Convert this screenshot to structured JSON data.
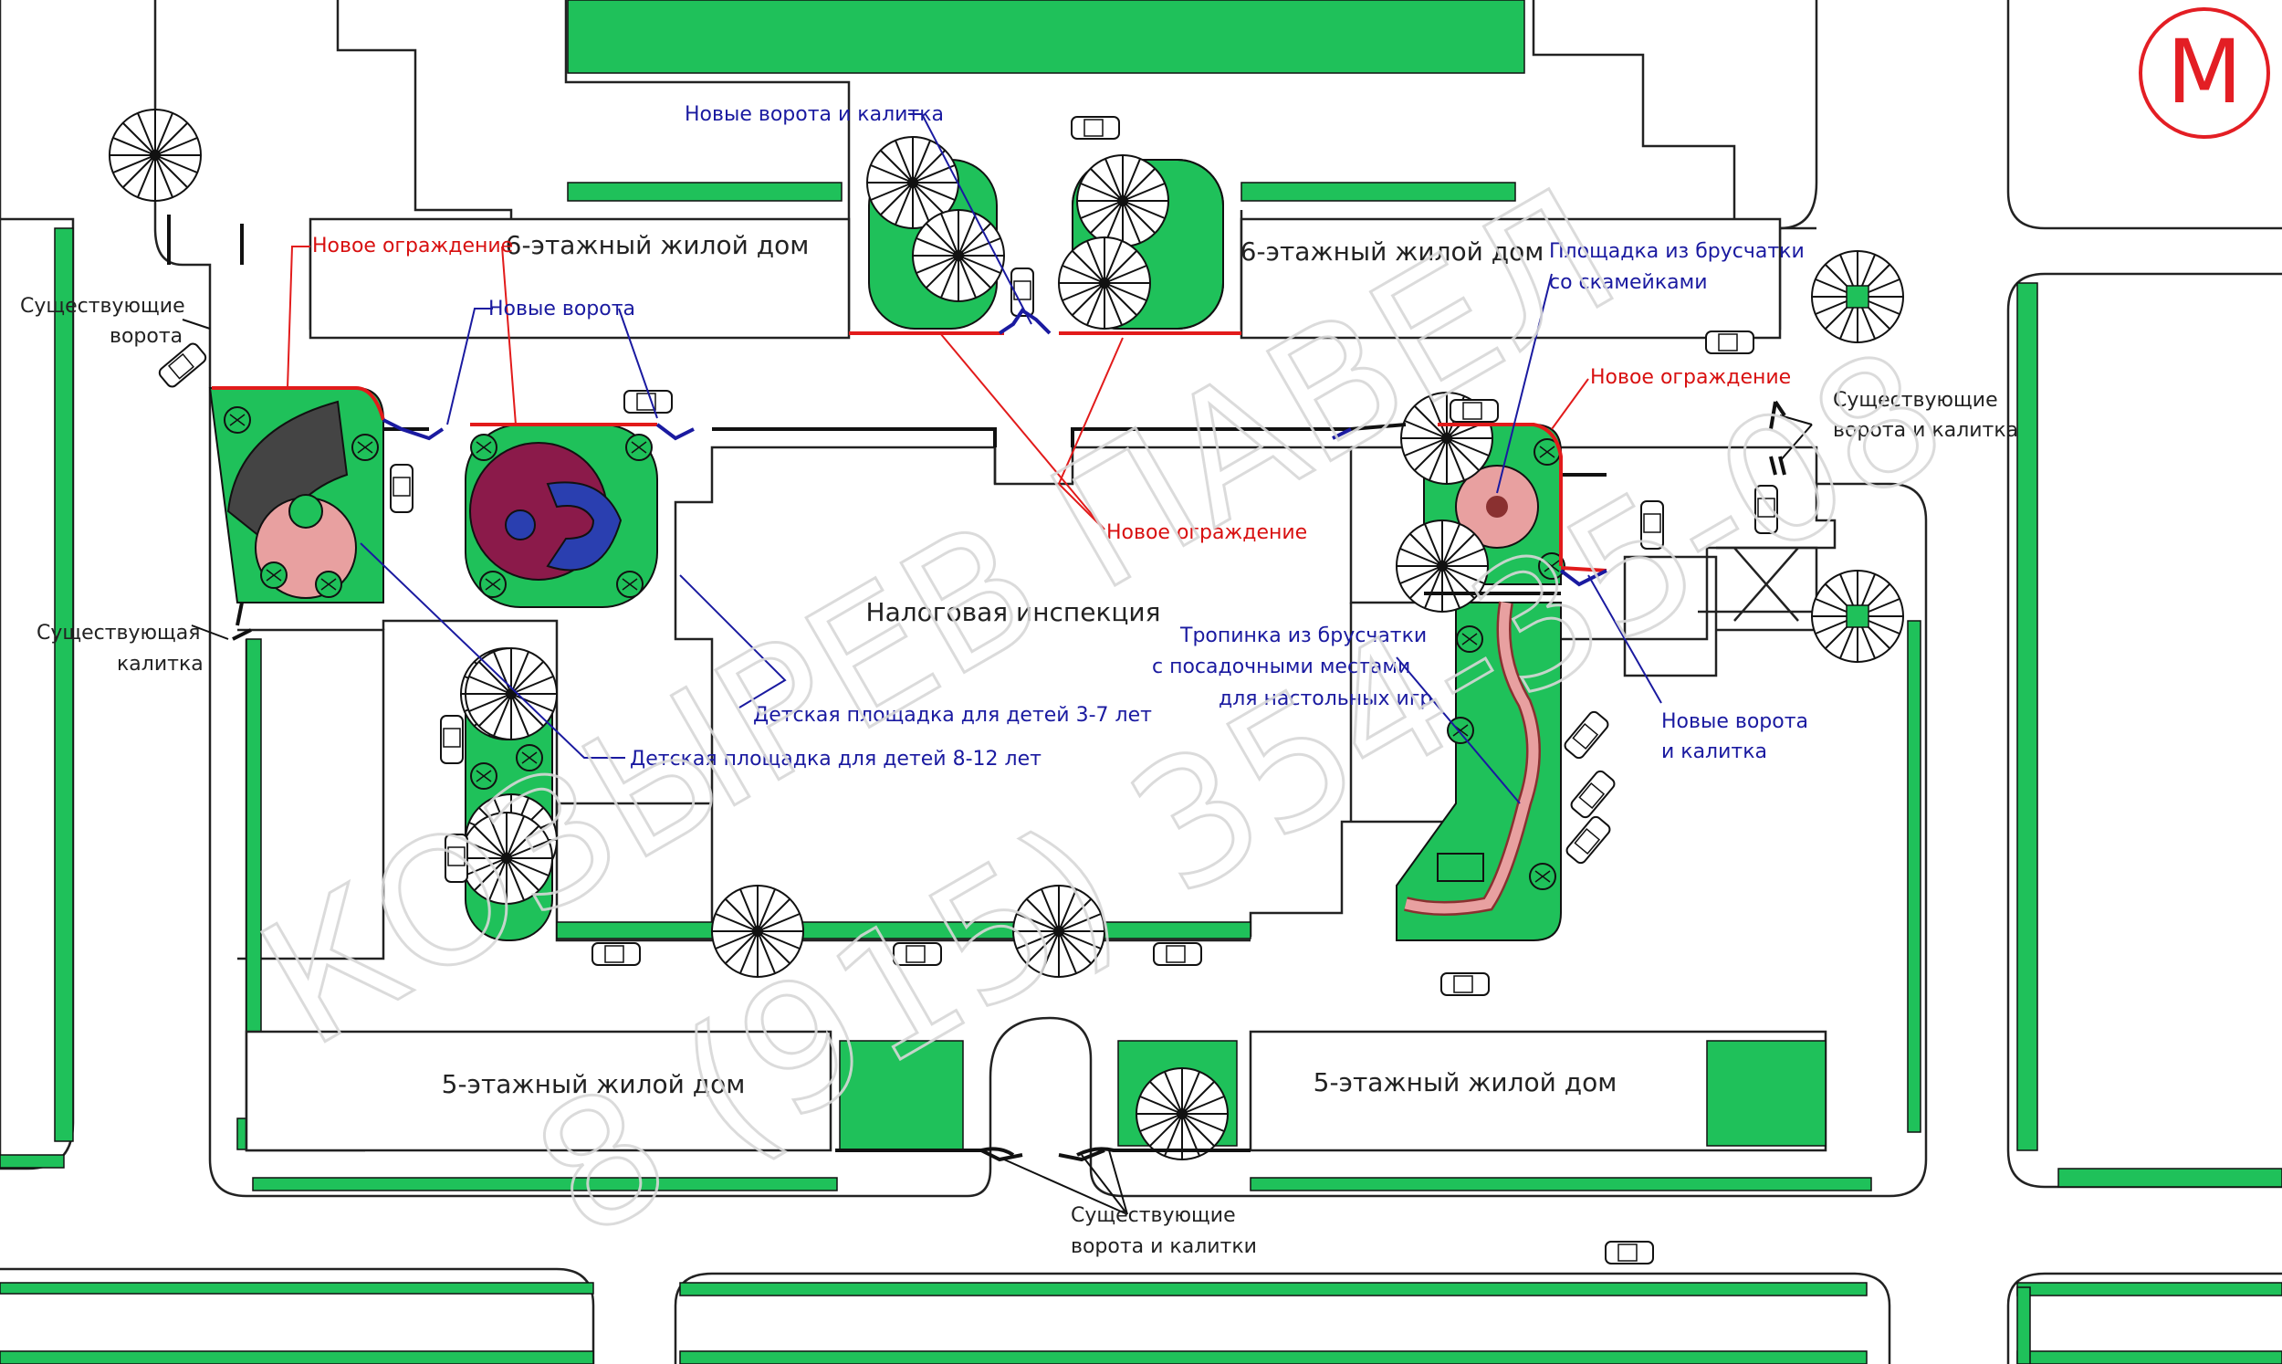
{
  "metro": {
    "letter": "М",
    "color": "#e31e24"
  },
  "colors": {
    "green": "#1fc15a",
    "fence_new": "#e21b1b",
    "fence_existing": "#111111",
    "gate_new": "#1a1aa0"
  },
  "buildings": {
    "house6_left": "6-этажный жилой дом",
    "house6_right": "6-этажный жилой дом",
    "tax": "Налоговая инспекция",
    "house5_left": "5-этажный жилой дом",
    "house5_right": "5-этажный жилой дом"
  },
  "labels": {
    "new_gates_wicket_top": "Новые ворота и калитка",
    "new_fence_left": "Новое ограждение",
    "new_gates": "Новые ворота",
    "existing_gates_left_1": "Существующие",
    "existing_gates_left_2": "ворота",
    "existing_wicket_1": "Существующая",
    "existing_wicket_2": "калитка",
    "new_fence_center": "Новое ограждение",
    "paving_benches_1": "Площадка из брусчатки",
    "paving_benches_2": "со скамейками",
    "new_fence_right": "Новое ограждение",
    "existing_gates_wicket_right_1": "Существующие",
    "existing_gates_wicket_right_2": "ворота и калитка",
    "path_1": "Тропинка из брусчатки",
    "path_2": "с посадочными местами",
    "path_3": "для настольных игр",
    "playground_3_7": "Детская площадка для детей 3-7 лет",
    "playground_8_12": "Детская площадка для детей 8-12 лет",
    "new_gates_wicket_right_1": "Новые ворота",
    "new_gates_wicket_right_2": "и калитка",
    "existing_gates_wickets_bottom_1": "Существующие",
    "existing_gates_wickets_bottom_2": "ворота и калитки"
  },
  "watermark": {
    "line1": "КОЗЫРЕВ ПАВЕЛ",
    "line2": "8 (915) 354-35-08"
  }
}
